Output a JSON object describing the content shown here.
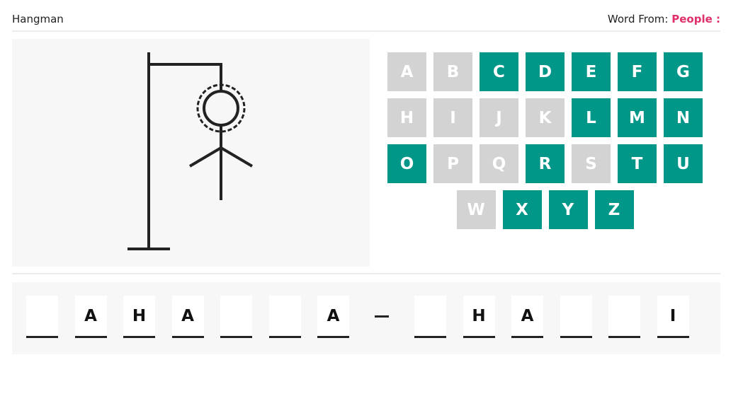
{
  "header": {
    "title": "Hangman",
    "word_from_label": "Word From:",
    "category": "People :"
  },
  "hangman": {
    "parts_shown": [
      "head",
      "body",
      "left-arm",
      "right-arm"
    ],
    "head_highlighted": true
  },
  "keyboard": {
    "rows": [
      [
        {
          "letter": "A",
          "state": "used"
        },
        {
          "letter": "B",
          "state": "used"
        },
        {
          "letter": "C",
          "state": "available"
        },
        {
          "letter": "D",
          "state": "available"
        },
        {
          "letter": "E",
          "state": "available"
        },
        {
          "letter": "F",
          "state": "available"
        },
        {
          "letter": "G",
          "state": "available"
        }
      ],
      [
        {
          "letter": "H",
          "state": "used"
        },
        {
          "letter": "I",
          "state": "used"
        },
        {
          "letter": "J",
          "state": "used"
        },
        {
          "letter": "K",
          "state": "used"
        },
        {
          "letter": "L",
          "state": "available"
        },
        {
          "letter": "M",
          "state": "available"
        },
        {
          "letter": "N",
          "state": "available"
        }
      ],
      [
        {
          "letter": "O",
          "state": "available"
        },
        {
          "letter": "P",
          "state": "used"
        },
        {
          "letter": "Q",
          "state": "used"
        },
        {
          "letter": "R",
          "state": "available"
        },
        {
          "letter": "S",
          "state": "used"
        },
        {
          "letter": "T",
          "state": "available"
        },
        {
          "letter": "U",
          "state": "available"
        }
      ],
      [
        {
          "letter": "W",
          "state": "used"
        },
        {
          "letter": "X",
          "state": "available"
        },
        {
          "letter": "Y",
          "state": "available"
        },
        {
          "letter": "Z",
          "state": "available"
        }
      ]
    ]
  },
  "word": {
    "slots": [
      {
        "char": "",
        "type": "letter"
      },
      {
        "char": "A",
        "type": "letter"
      },
      {
        "char": "H",
        "type": "letter"
      },
      {
        "char": "A",
        "type": "letter"
      },
      {
        "char": "",
        "type": "letter"
      },
      {
        "char": "",
        "type": "letter"
      },
      {
        "char": "A",
        "type": "letter"
      },
      {
        "char": "-",
        "type": "separator"
      },
      {
        "char": "",
        "type": "letter"
      },
      {
        "char": "H",
        "type": "letter"
      },
      {
        "char": "A",
        "type": "letter"
      },
      {
        "char": "",
        "type": "letter"
      },
      {
        "char": "",
        "type": "letter"
      },
      {
        "char": "I",
        "type": "letter"
      }
    ]
  },
  "colors": {
    "available_key": "#009688",
    "used_key": "#d3d3d3",
    "category_accent": "#e0306a",
    "panel_background": "#f7f7f7"
  }
}
